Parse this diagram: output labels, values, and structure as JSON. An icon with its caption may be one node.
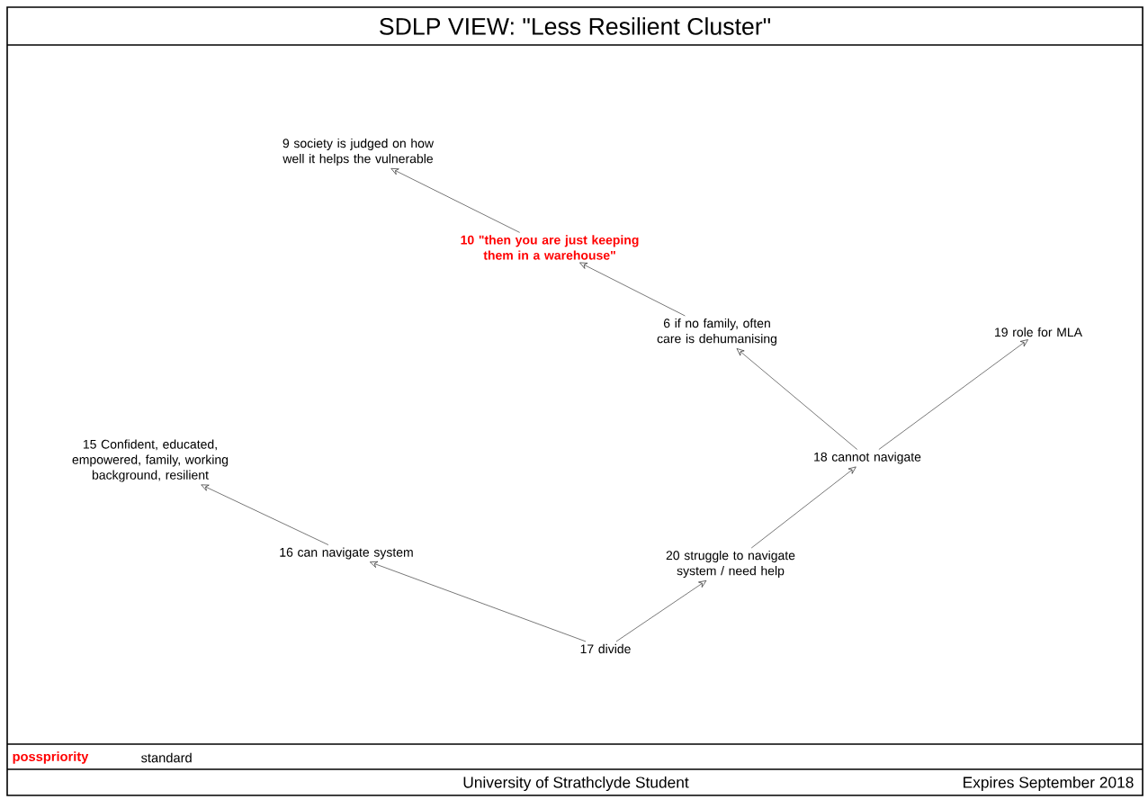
{
  "diagram": {
    "title": "SDLP VIEW: \"Less Resilient Cluster\"",
    "nodes": [
      {
        "text": [
          "9 society is judged on how well it helps the vulnerable"
        ]
      },
      {
        "text": [
          "10 \"then you are just keeping them in a warehouse\""
        ]
      },
      {
        "text": [
          "6 if no family, often care is dehumanising"
        ]
      },
      {
        "text": [
          "19 role for MLA"
        ]
      },
      {
        "text": [
          "15 Confident, educated, empowered, family, working background, resilient"
        ]
      },
      {
        "text": [
          "18 cannot navigate"
        ]
      },
      {
        "text": [
          "16 can navigate system"
        ]
      },
      {
        "text": [
          "20 struggle to navigate system / need help"
        ]
      },
      {
        "text": [
          "17 divide"
        ]
      }
    ],
    "edges": [
      {
        "from": 1,
        "to": 0,
        "arrow": "to"
      },
      {
        "from": 2,
        "to": 1,
        "arrow": "to"
      },
      {
        "from": 5,
        "to": 2,
        "arrow": "to"
      },
      {
        "from": 5,
        "to": 3,
        "arrow": "to"
      },
      {
        "from": 6,
        "to": 4,
        "arrow": "to"
      },
      {
        "from": 7,
        "to": 5,
        "arrow": "to"
      },
      {
        "from": 8,
        "to": 6,
        "arrow": "to"
      },
      {
        "from": 8,
        "to": 7,
        "arrow": "to"
      }
    ],
    "labels": [
      "posspriority",
      "standard",
      "University of Strathclyde Student",
      "Expires September 2018"
    ]
  }
}
